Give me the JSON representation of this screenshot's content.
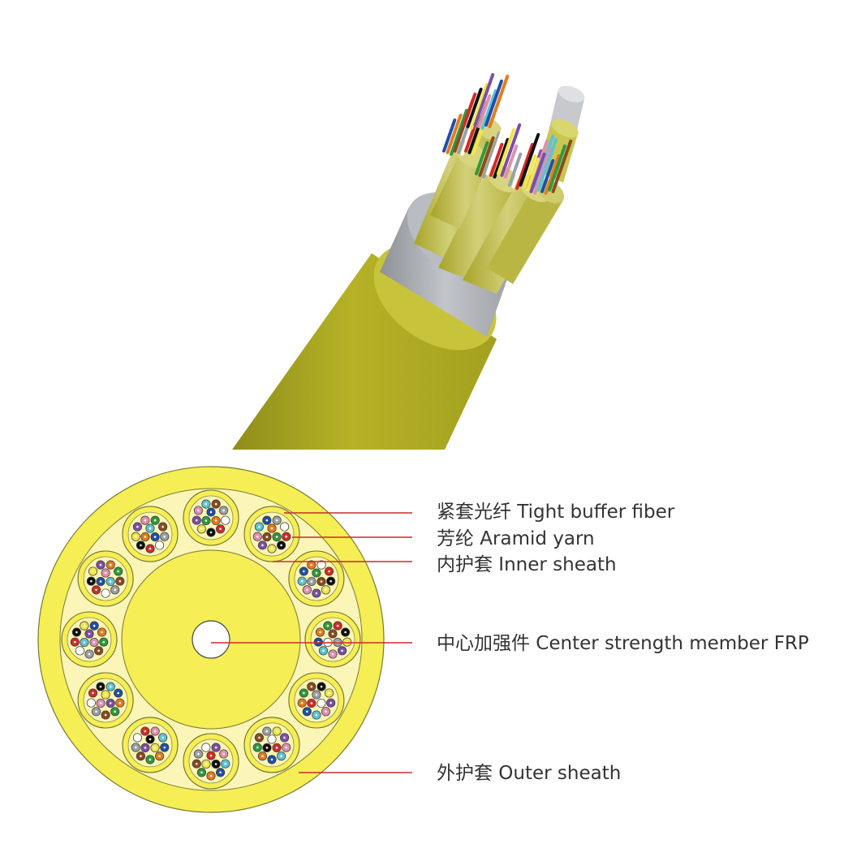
{
  "colors": {
    "jacket": "#b0ad22",
    "jacket_dark": "#8e8c19",
    "jacket_light": "#c9c640",
    "aramid": "#a7aaae",
    "frp": "#c8c9cc",
    "section_outer": "#f5ee55",
    "section_ring": "#fbf5b0",
    "leader": "#cc2a2a",
    "outline": "#555555"
  },
  "fiber_colors": [
    "#1f4fa8",
    "#e57a1e",
    "#2e9a3c",
    "#8a4a24",
    "#9aa0a6",
    "#ffffff",
    "#d42a2a",
    "#111111",
    "#f1e64a",
    "#7d4ea8",
    "#e08fb0",
    "#5bc4d6"
  ],
  "icons": {
    "cable_illustration": "fiber-cable-3d-icon",
    "cross_section": "cable-cross-section-icon"
  },
  "labels": {
    "tight_buffer": "紧套光纤 Tight buffer fiber",
    "aramid": "芳纶 Aramid yarn",
    "inner_sheath": "内护套 Inner sheath",
    "center_member": "中心加强件 Center strength member FRP",
    "outer_sheath": "外护套 Outer sheath"
  }
}
